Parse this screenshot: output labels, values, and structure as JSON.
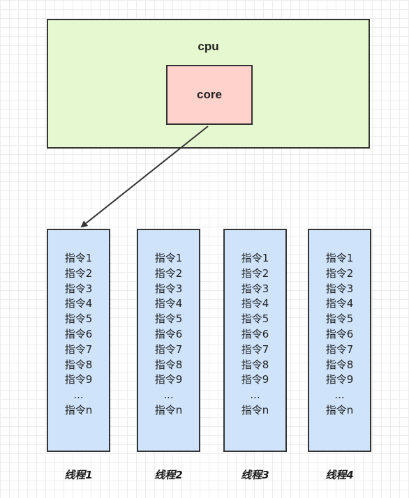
{
  "cpu": {
    "label": "cpu",
    "core": {
      "label": "core"
    }
  },
  "threads": [
    {
      "label": "线程1",
      "instructions": [
        "指令1",
        "指令2",
        "指令3",
        "指令4",
        "指令5",
        "指令6",
        "指令7",
        "指令8",
        "指令9",
        "...",
        "指令n"
      ]
    },
    {
      "label": "线程2",
      "instructions": [
        "指令1",
        "指令2",
        "指令3",
        "指令4",
        "指令5",
        "指令6",
        "指令7",
        "指令8",
        "指令9",
        "...",
        "指令n"
      ]
    },
    {
      "label": "线程3",
      "instructions": [
        "指令1",
        "指令2",
        "指令3",
        "指令4",
        "指令5",
        "指令6",
        "指令7",
        "指令8",
        "指令9",
        "...",
        "指令n"
      ]
    },
    {
      "label": "线程4",
      "instructions": [
        "指令1",
        "指令2",
        "指令3",
        "指令4",
        "指令5",
        "指令6",
        "指令7",
        "指令8",
        "指令9",
        "...",
        "指令n"
      ]
    }
  ],
  "colors": {
    "cpu_fill": "#e6f8cf",
    "core_fill": "#ffd2cc",
    "thread_fill": "#cfe4fb",
    "stroke": "#333333",
    "arrow": "#333333"
  }
}
